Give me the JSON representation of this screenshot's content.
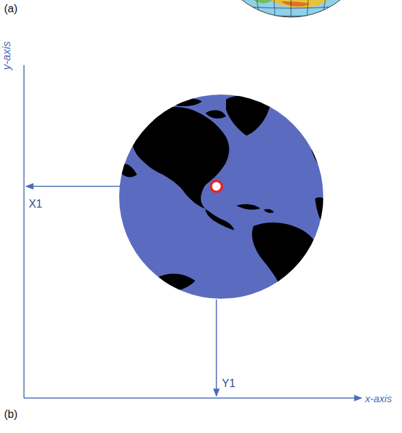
{
  "diagram": {
    "labels": [
      "(a)",
      "y-axis",
      "X1",
      "Y1",
      "x-axis",
      "(b)"
    ]
  }
}
